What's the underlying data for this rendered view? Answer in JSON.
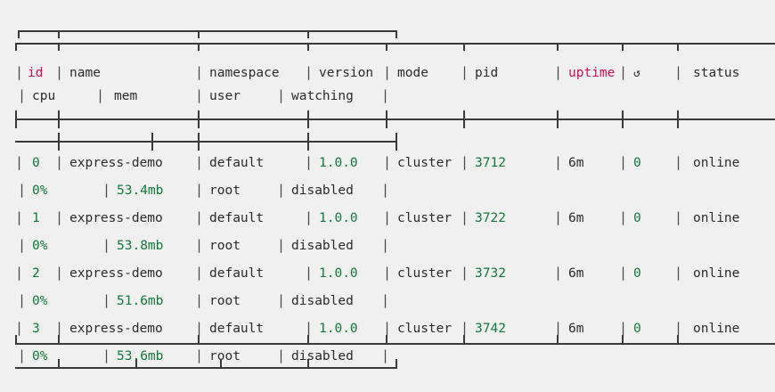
{
  "terminal": {
    "background": "#f0f0f0",
    "foreground": "#2b2b2b",
    "accent_red": "#d2104a",
    "accent_green": "#11793c",
    "rule_color": "#3a3a3a"
  },
  "table": {
    "header_primary": [
      {
        "key": "id",
        "label": "id",
        "color": "#d2104a"
      },
      {
        "key": "name",
        "label": "name",
        "color": "#2b2b2b"
      },
      {
        "key": "namespace",
        "label": "namespace",
        "color": "#2b2b2b"
      },
      {
        "key": "version",
        "label": "version",
        "color": "#2b2b2b"
      },
      {
        "key": "mode",
        "label": "mode",
        "color": "#2b2b2b"
      },
      {
        "key": "pid",
        "label": "pid",
        "color": "#2b2b2b"
      },
      {
        "key": "uptime",
        "label": "uptime",
        "color": "#d2104a"
      },
      {
        "key": "restart",
        "label": "↺",
        "color": "#2b2b2b"
      },
      {
        "key": "status",
        "label": "status",
        "color": "#2b2b2b"
      }
    ],
    "header_secondary": [
      {
        "key": "cpu",
        "label": "cpu",
        "color": "#2b2b2b"
      },
      {
        "key": "mem",
        "label": "mem",
        "color": "#2b2b2b"
      },
      {
        "key": "user",
        "label": "user",
        "color": "#2b2b2b"
      },
      {
        "key": "watching",
        "label": "watching",
        "color": "#2b2b2b"
      }
    ],
    "rows": [
      {
        "id": "0",
        "name": "express-demo",
        "namespace": "default",
        "version": "1.0.0",
        "mode": "cluster",
        "pid": "3712",
        "uptime": "6m",
        "restart": "0",
        "status": "online",
        "cpu": "0%",
        "mem": "53.4mb",
        "user": "root",
        "watching": "disabled"
      },
      {
        "id": "1",
        "name": "express-demo",
        "namespace": "default",
        "version": "1.0.0",
        "mode": "cluster",
        "pid": "3722",
        "uptime": "6m",
        "restart": "0",
        "status": "online",
        "cpu": "0%",
        "mem": "53.8mb",
        "user": "root",
        "watching": "disabled"
      },
      {
        "id": "2",
        "name": "express-demo",
        "namespace": "default",
        "version": "1.0.0",
        "mode": "cluster",
        "pid": "3732",
        "uptime": "6m",
        "restart": "0",
        "status": "online",
        "cpu": "0%",
        "mem": "51.6mb",
        "user": "root",
        "watching": "disabled"
      },
      {
        "id": "3",
        "name": "express-demo",
        "namespace": "default",
        "version": "1.0.0",
        "mode": "cluster",
        "pid": "3742",
        "uptime": "6m",
        "restart": "0",
        "status": "online",
        "cpu": "0%",
        "mem": "53.6mb",
        "user": "root",
        "watching": "disabled"
      }
    ],
    "separators": {
      "pipe": "|"
    }
  }
}
